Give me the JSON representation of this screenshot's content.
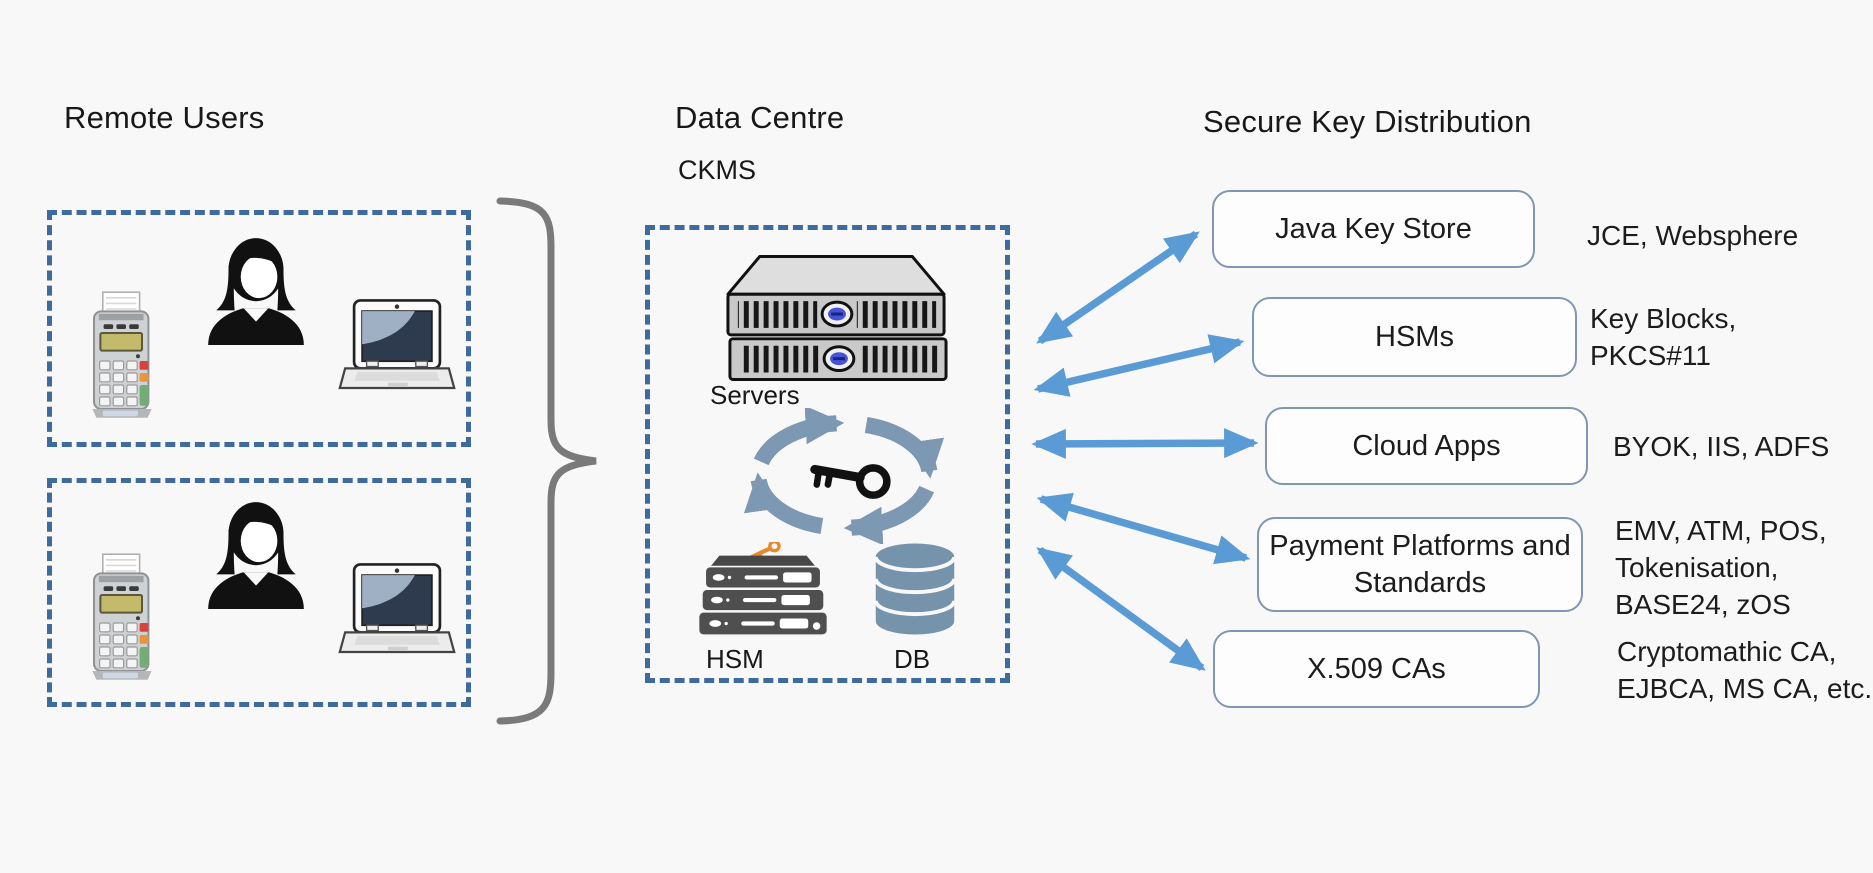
{
  "diagram": {
    "remote_users": {
      "title": "Remote Users",
      "groups": [
        {
          "icons": [
            "pos-terminal-icon",
            "female-user-icon",
            "laptop-icon"
          ]
        },
        {
          "icons": [
            "pos-terminal-icon",
            "female-user-icon",
            "laptop-icon"
          ]
        }
      ]
    },
    "data_centre": {
      "title": "Data Centre",
      "subtitle": "CKMS",
      "components": [
        {
          "label": "Servers",
          "icon": "server-rack-icon"
        },
        {
          "label": "HSM",
          "icon": "hsm-appliance-icon"
        },
        {
          "label": "DB",
          "icon": "database-icon"
        }
      ],
      "cycle_icon": "key-lifecycle-cycle-icon"
    },
    "distribution": {
      "title": "Secure Key Distribution",
      "targets": [
        {
          "label": "Java Key Store",
          "annotation": "JCE, Websphere"
        },
        {
          "label": "HSMs",
          "annotation": "Key Blocks,\nPKCS#11"
        },
        {
          "label": "Cloud Apps",
          "annotation": "BYOK, IIS, ADFS"
        },
        {
          "label": "Payment Platforms and Standards",
          "annotation": "EMV, ATM, POS,\nTokenisation,\nBASE24, zOS"
        },
        {
          "label": "X.509 CAs",
          "annotation": "Cryptomathic CA,\nEJBCA, MS CA, etc."
        }
      ]
    },
    "colors": {
      "background": "#f8f8f8",
      "dashed_border": "#3d6b9e",
      "connector_arrow": "#5b9bd5",
      "cycle_arrow": "#7d98b3",
      "target_box_border": "#8096b4",
      "brace": "#7a7a7a",
      "text": "#1c1c1c",
      "hsm_key_orange": "#e8882a",
      "database_blue": "#7593ab"
    }
  }
}
